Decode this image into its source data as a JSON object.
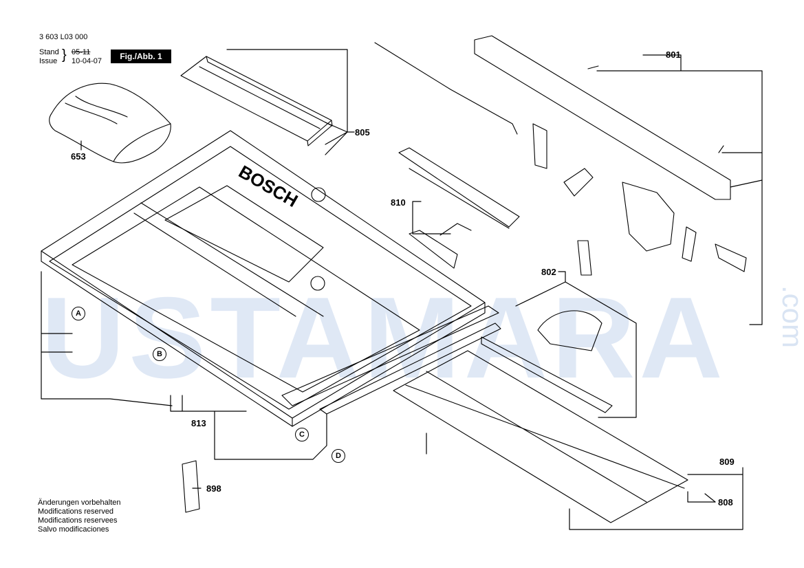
{
  "header": {
    "doc_number": "3 603 L03 000",
    "stand_label": "Stand",
    "issue_label": "Issue",
    "stand_date": "05-11",
    "issue_date": "10-04-07",
    "figure_label": "Fig./Abb. 1"
  },
  "callouts": [
    "653",
    "805",
    "810",
    "801",
    "802",
    "813",
    "898",
    "809",
    "808"
  ],
  "circle_labels": [
    "A",
    "B",
    "C",
    "D"
  ],
  "table_brand": "BOSCH",
  "notes": [
    "Änderungen vorbehalten",
    "Modifications reserved",
    "Modifications reservees",
    "Salvo modificaciones"
  ],
  "watermark": {
    "text": "USTAMARA",
    "suffix": ".com",
    "color": "#5082c8"
  }
}
